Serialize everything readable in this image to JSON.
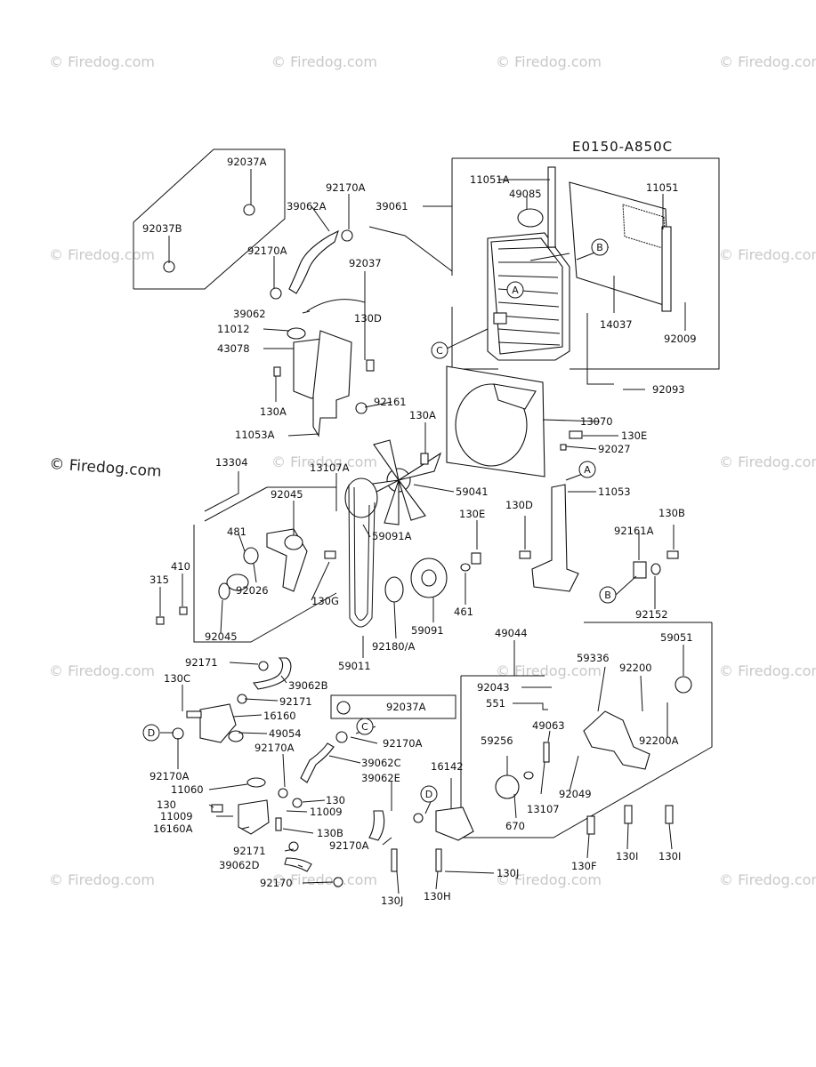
{
  "diagram_code": "E0150-A850C",
  "watermark": "© Firedog.com",
  "callouts": [
    "A",
    "B",
    "C",
    "D"
  ],
  "labels": {
    "p92037A": "92037A",
    "p92037B": "92037B",
    "p92170A_1": "92170A",
    "p39062A": "39062A",
    "p39061": "39061",
    "p92170A_2": "92170A",
    "p92037": "92037",
    "p39062": "39062",
    "p11012": "11012",
    "p130D_1": "130D",
    "p43078": "43078",
    "p130A_1": "130A",
    "p92161": "92161",
    "p11053A": "11053A",
    "p130A_2": "130A",
    "p11051A": "11051A",
    "p49085": "49085",
    "p11051": "11051",
    "p14037": "14037",
    "p92009": "92009",
    "p92093": "92093",
    "p13070": "13070",
    "p130E_1": "130E",
    "p92027": "92027",
    "p11053": "11053",
    "p13304": "13304",
    "p13107A": "13107A",
    "p59041": "59041",
    "p92045_1": "92045",
    "p481": "481",
    "p59091A": "59091A",
    "p130E_2": "130E",
    "p130D_2": "130D",
    "p130B_1": "130B",
    "p92161A": "92161A",
    "p410": "410",
    "p315": "315",
    "p92026": "92026",
    "p130G": "130G",
    "p461": "461",
    "p92045_2": "92045",
    "p59091": "59091",
    "p92180A": "92180/A",
    "p92152": "92152",
    "p59011": "59011",
    "p49044": "49044",
    "p59051": "59051",
    "p92171_1": "92171",
    "p130C": "130C",
    "p39062B": "39062B",
    "p92171_2": "92171",
    "p16160": "16160",
    "p92037A_2": "92037A",
    "p92043": "92043",
    "p551": "551",
    "p59336": "59336",
    "p92200": "92200",
    "p49054": "49054",
    "p92170A_3": "92170A",
    "p92170A_4": "92170A",
    "p92170A_5": "92170A",
    "p49063": "49063",
    "p92200A": "92200A",
    "p39062C": "39062C",
    "p59256": "59256",
    "p11060": "11060",
    "p39062E": "39062E",
    "p16142": "16142",
    "p92049": "92049",
    "p130_1": "130",
    "p130_2": "130",
    "p11009_1": "11009",
    "p11009_2": "11009",
    "p13107": "13107",
    "p16160A": "16160A",
    "p130B_2": "130B",
    "p670": "670",
    "p92170A_6": "92170A",
    "p92171_3": "92171",
    "p39062D": "39062D",
    "p92170": "92170",
    "p130J_1": "130J",
    "p130J_2": "130J",
    "p130H": "130H",
    "p130F": "130F",
    "p130I_1": "130I",
    "p130I_2": "130I"
  }
}
